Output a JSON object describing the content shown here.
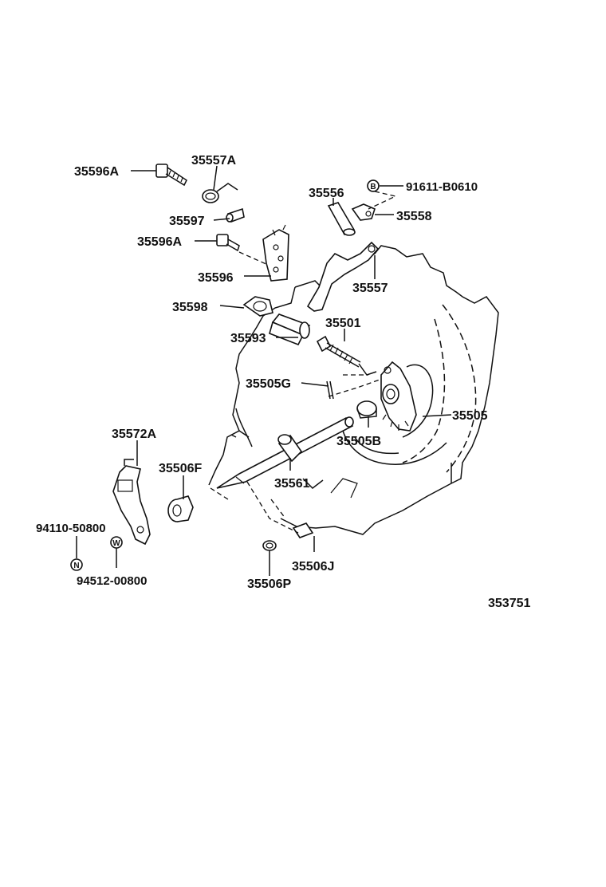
{
  "diagram_code": "353751",
  "callouts": [
    {
      "id": "c1",
      "text": "35596A"
    },
    {
      "id": "c2",
      "text": "35557A"
    },
    {
      "id": "c3",
      "text": "35556"
    },
    {
      "id": "c4",
      "text": "91611-B0610",
      "symbol": "B"
    },
    {
      "id": "c5",
      "text": "35558"
    },
    {
      "id": "c6",
      "text": "35597"
    },
    {
      "id": "c7",
      "text": "35596A"
    },
    {
      "id": "c8",
      "text": "35596"
    },
    {
      "id": "c9",
      "text": "35557"
    },
    {
      "id": "c10",
      "text": "35598"
    },
    {
      "id": "c11",
      "text": "35501"
    },
    {
      "id": "c12",
      "text": "35593"
    },
    {
      "id": "c13",
      "text": "35505G"
    },
    {
      "id": "c14",
      "text": "35505"
    },
    {
      "id": "c15",
      "text": "35505B"
    },
    {
      "id": "c16",
      "text": "35572A"
    },
    {
      "id": "c17",
      "text": "35506F"
    },
    {
      "id": "c18",
      "text": "35561"
    },
    {
      "id": "c19",
      "text": "94110-50800",
      "symbol": "N"
    },
    {
      "id": "c20",
      "text": "94512-00800",
      "symbol": "W"
    },
    {
      "id": "c21",
      "text": "35506J"
    },
    {
      "id": "c22",
      "text": "35506P"
    }
  ]
}
